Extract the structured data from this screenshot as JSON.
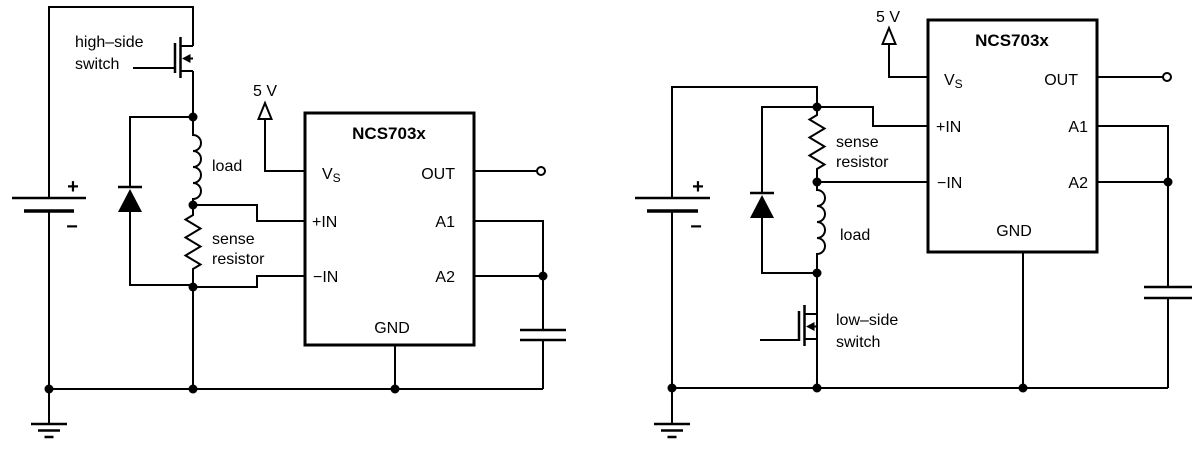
{
  "colors": {
    "line": "#000000",
    "background": "#ffffff"
  },
  "left_circuit": {
    "switch_label_line1": "high–side",
    "switch_label_line2": "switch",
    "supply_label": "5 V",
    "load_label": "load",
    "sense_label_line1": "sense",
    "sense_label_line2": "resistor",
    "battery_plus": "+",
    "battery_minus": "−",
    "ic": {
      "part_number": "NCS703x",
      "pin_vs_main": "V",
      "pin_vs_sub": "S",
      "pin_out": "OUT",
      "pin_in_plus": "+IN",
      "pin_a1": "A1",
      "pin_in_minus": "−IN",
      "pin_a2": "A2",
      "pin_gnd": "GND"
    }
  },
  "right_circuit": {
    "supply_label": "5 V",
    "sense_label_line1": "sense",
    "sense_label_line2": "resistor",
    "load_label": "load",
    "switch_label_line1": "low–side",
    "switch_label_line2": "switch",
    "battery_plus": "+",
    "battery_minus": "−",
    "ic": {
      "part_number": "NCS703x",
      "pin_vs_main": "V",
      "pin_vs_sub": "S",
      "pin_out": "OUT",
      "pin_in_plus": "+IN",
      "pin_a1": "A1",
      "pin_in_minus": "−IN",
      "pin_a2": "A2",
      "pin_gnd": "GND"
    }
  }
}
